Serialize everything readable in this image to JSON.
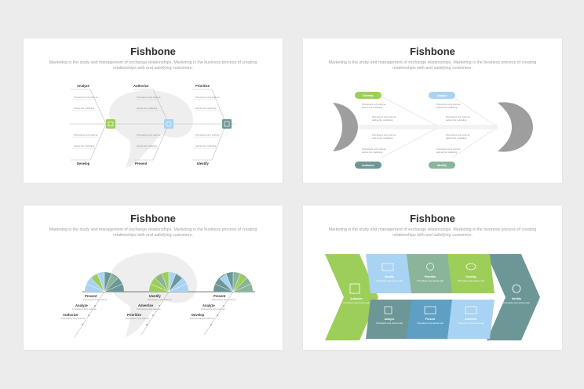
{
  "slides": [
    {
      "title": "Fishbone",
      "subtitle": "Marketing is the study and management of exchange relationships. Marketing is the business process of creating relationships with and satisfying customers.",
      "top_labels": [
        "Analyze",
        "Authorize",
        "Prioritize"
      ],
      "bottom_labels": [
        "Develop",
        "Present",
        "Identify"
      ],
      "small_text": [
        "Promotions only work as",
        "well as the marketing"
      ]
    },
    {
      "title": "Fishbone",
      "subtitle": "Marketing is the study and management of exchange relationships. Marketing is the business process of creating relationships with and satisfying customers.",
      "pills": [
        "Develop",
        "Analyze",
        "Authorize",
        "Identify"
      ],
      "small_text": [
        "Promotions only work as",
        "well as the marketing"
      ]
    },
    {
      "title": "Fishbone",
      "subtitle": "Marketing is the study and management of exchange relationships. Marketing is the business process of creating relationships with and satisfying customers.",
      "labels": [
        "Present",
        "Analyze",
        "Authorize",
        "Identify",
        "Advertise",
        "Prioritize",
        "Present",
        "Analyze",
        "Develop"
      ],
      "small_text": [
        "Promotions only work as",
        "well as the marketing"
      ]
    },
    {
      "title": "Fishbone",
      "subtitle": "Marketing is the study and management of exchange relationships. Marketing is the business process of creating relationships with and satisfying customers.",
      "left_block": {
        "label": "Authorize",
        "text": "Promotions only work as well"
      },
      "right_block": {
        "label": "Identify",
        "text": "Promotions only work as well"
      },
      "top_cells": [
        {
          "label": "Identify",
          "text": "Promotions only work as well"
        },
        {
          "label": "Prioritize",
          "text": "Promotions only work as well"
        },
        {
          "label": "Develop",
          "text": "Promotions only work as well"
        }
      ],
      "bottom_cells": [
        {
          "label": "Analyze",
          "text": "Promotions only work as well"
        },
        {
          "label": "Present",
          "text": "Promotions only work as well"
        },
        {
          "label": "Advertise",
          "text": "Promotions only work as well"
        }
      ]
    }
  ],
  "colors": {
    "green": "#9dce5a",
    "light_blue": "#a9d3f2",
    "sage": "#8ab59a",
    "slate": "#6d9796",
    "steel": "#5f9fc4",
    "gray": "#9e9e9e"
  }
}
